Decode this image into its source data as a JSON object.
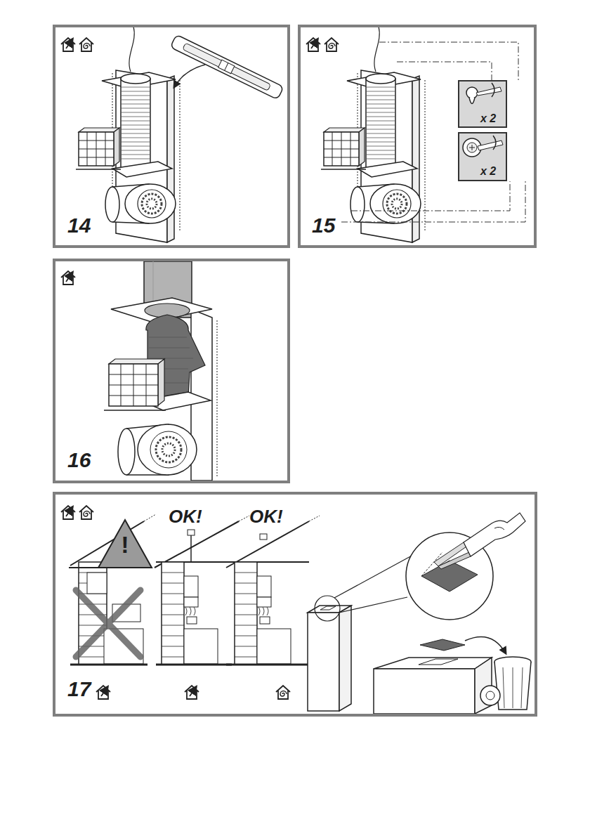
{
  "diagram": {
    "nodes": [
      {
        "text": [
          "14"
        ]
      },
      {
        "text": [
          "15"
        ]
      },
      {
        "text": [
          "x 2"
        ],
        "in": 1
      },
      {
        "text": [
          "x 2"
        ],
        "in": 1
      },
      {
        "text": [
          "16"
        ]
      },
      {
        "text": [
          "OK!",
          "OK!",
          "17"
        ]
      }
    ],
    "labels": [
      "!"
    ]
  }
}
